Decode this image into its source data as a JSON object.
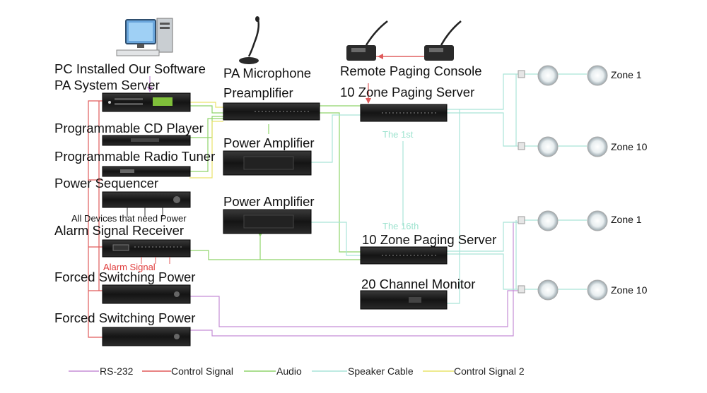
{
  "colors": {
    "rs232": "#c58ed6",
    "control": "#e05a5a",
    "audio": "#8fd46b",
    "speaker": "#a9e4d8",
    "control2": "#e9e36a",
    "watermark": "#9ee3cf",
    "alarm_text": "#e03b3b",
    "rack": "#1b1b1b"
  },
  "labels": {
    "pc": "PC Installed Our Software",
    "pa_server": "PA System Server",
    "cd_player": "Programmable CD Player",
    "radio_tuner": "Programmable Radio Tuner",
    "power_sequencer": "Power Sequencer",
    "all_devices": "All Devices that need Power",
    "alarm_receiver": "Alarm Signal Receiver",
    "alarm_signal": "Alarm Signal",
    "forced_power_1": "Forced Switching Power",
    "forced_power_2": "Forced Switching Power",
    "pa_mic": "PA Microphone",
    "preamp": "Preamplifier",
    "power_amp_1": "Power Amplifier",
    "power_amp_2": "Power Amplifier",
    "remote_console": "Remote Paging Console",
    "paging_server_1": "10 Zone Paging Server",
    "paging_server_2": "10 Zone Paging Server",
    "monitor": "20 Channel Monitor",
    "the_1st": "The 1st",
    "the_16th": "The 16th"
  },
  "zones": [
    "Zone 1",
    "Zone 10",
    "Zone 1",
    "Zone 10"
  ],
  "legend": [
    {
      "key": "rs232",
      "label": "RS-232"
    },
    {
      "key": "control",
      "label": "Control Signal"
    },
    {
      "key": "audio",
      "label": "Audio"
    },
    {
      "key": "speaker",
      "label": "Speaker Cable"
    },
    {
      "key": "control2",
      "label": "Control Signal 2"
    }
  ]
}
